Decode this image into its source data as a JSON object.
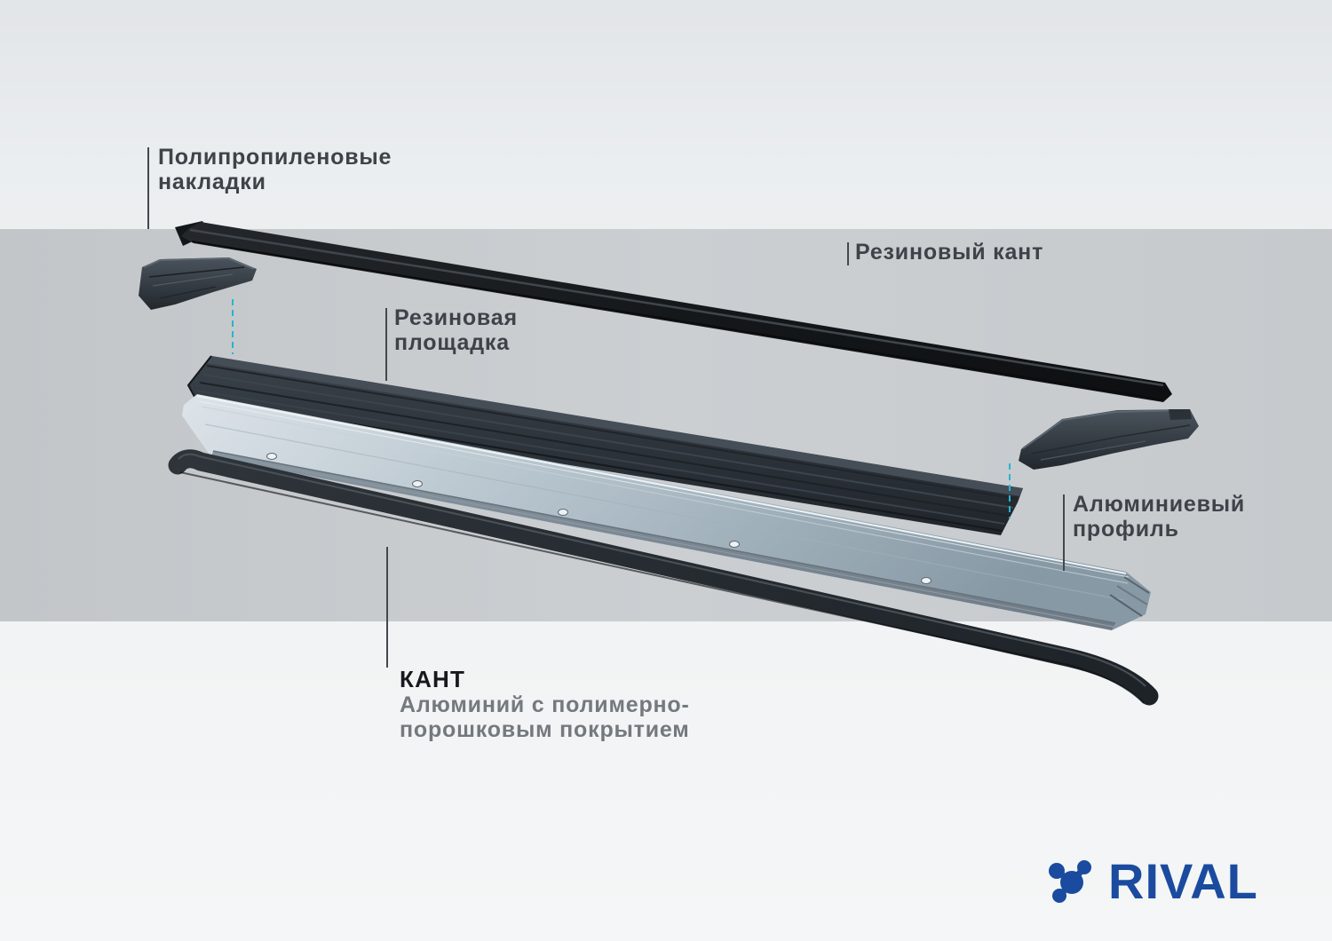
{
  "brand": {
    "name": "RIVAL",
    "color": "#1a4b9f"
  },
  "colors": {
    "band": "#c7cbce",
    "background_top": "#e2e5e8",
    "background_bottom": "#f4f6f7",
    "label_text": "#3d4349",
    "kant_title_text": "#17191c",
    "subtitle_text": "#74797e",
    "leader_line": "#42484e",
    "assembly_dash": "#27b4d2",
    "metal_highlight": "#dde4e9",
    "metal_shadow": "#8799a5",
    "rubber_dark": "#15181b"
  },
  "labels": {
    "polypropylene_pads": {
      "line1": "Полипропиленовые",
      "line2": "накладки"
    },
    "rubber_edge": {
      "text": "Резиновый кант"
    },
    "rubber_platform": {
      "line1": "Резиновая",
      "line2": "площадка"
    },
    "aluminum_profile": {
      "line1": "Алюминиевый",
      "line2": "профиль"
    },
    "kant": {
      "title": "КАНТ",
      "subtitle_line1": "Алюминий с полимерно-",
      "subtitle_line2": "порошковым покрытием"
    }
  }
}
